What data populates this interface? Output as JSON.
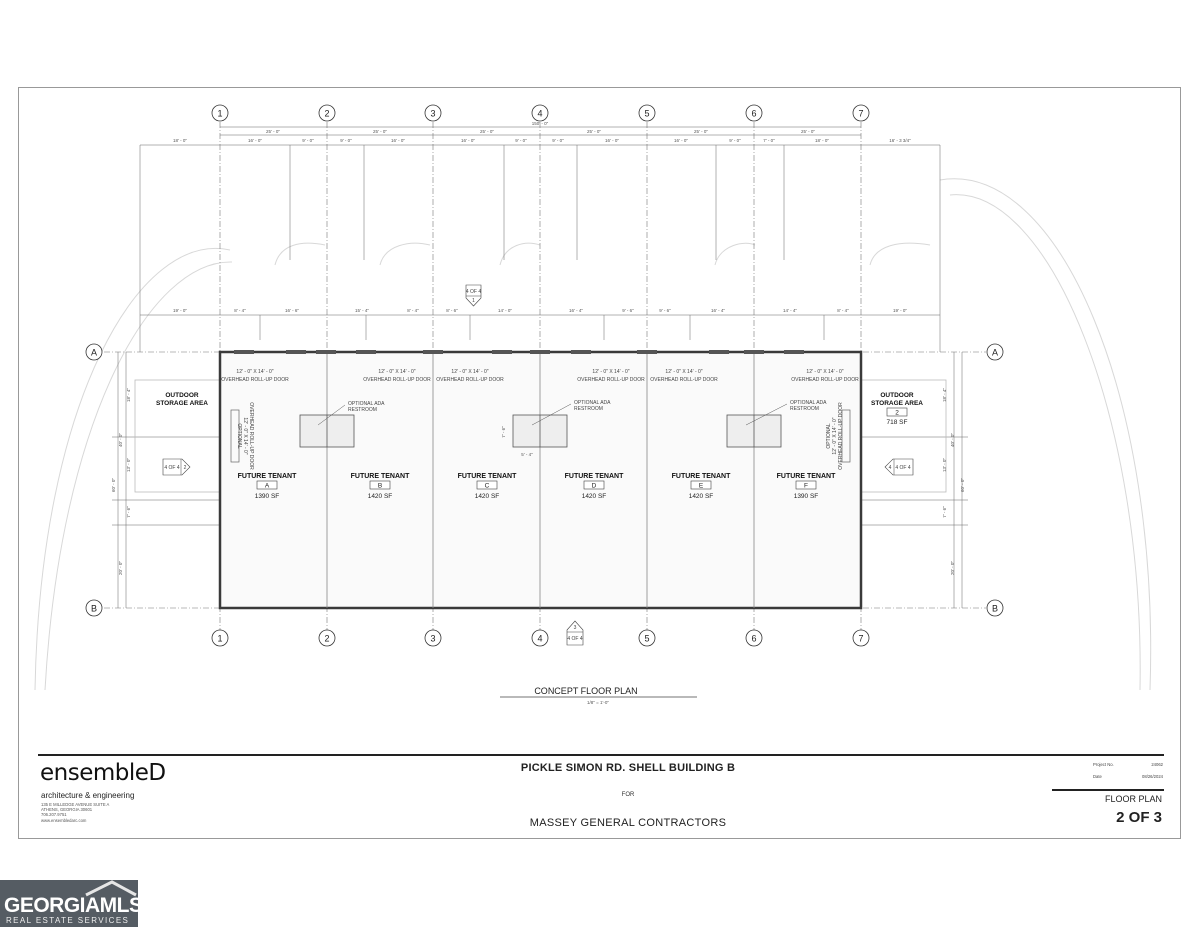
{
  "grid": {
    "columns": [
      "1",
      "2",
      "3",
      "4",
      "5",
      "6",
      "7"
    ],
    "rows": [
      "A",
      "B"
    ]
  },
  "dimensions": {
    "overall": "150' - 0\"",
    "bays": [
      "25' - 0\"",
      "25' - 0\"",
      "25' - 0\"",
      "25' - 0\"",
      "25' - 0\"",
      "25' - 0\""
    ],
    "top_sub": [
      "18' - 0\"",
      "16' - 0\"",
      "9' - 0\"",
      "9' - 0\"",
      "16' - 0\"",
      "16' - 0\"",
      "9' - 0\"",
      "9' - 0\"",
      "16' - 0\"",
      "16' - 0\"",
      "9' - 0\"",
      "7' - 0\"",
      "18' - 0\"",
      "16' - 3 3/4\""
    ],
    "door_row": [
      "19' - 0\"",
      "8' - 4\"",
      "16' - 6\"",
      "15' - 4\"",
      "8' - 4\"",
      "8' - 6\"",
      "14' - 0\"",
      "16' - 4\"",
      "9' - 6\"",
      "9' - 6\"",
      "16' - 4\"",
      "14' - 4\"",
      "8' - 4\"",
      "19' - 0\""
    ],
    "left_vertical": [
      "18' - 4\"",
      "40' - 0\"",
      "13' - 0\"",
      "7' - 6\"",
      "20' - 0\""
    ],
    "total_vertical": "60' - 0\"",
    "restroom_depth": "7' - 6\"",
    "restroom_width": "5' - 4\""
  },
  "doors": {
    "size_label": "12' - 0\" X 14' - 0\"",
    "type_label": "OVERHEAD ROLL-UP DOOR",
    "side_label_1": "OPTIONAL",
    "side_label_2": "12' - 0\" X 14' - 0\"",
    "side_label_3": "OVERHEAD ROLL-UP DOOR"
  },
  "restroom_label_1": "OPTIONAL ADA",
  "restroom_label_2": "RESTROOM",
  "tenant_label": "FUTURE TENANT",
  "tenants": [
    {
      "id": "A",
      "sf": "1390 SF"
    },
    {
      "id": "B",
      "sf": "1420 SF"
    },
    {
      "id": "C",
      "sf": "1420 SF"
    },
    {
      "id": "D",
      "sf": "1420 SF"
    },
    {
      "id": "E",
      "sf": "1420 SF"
    },
    {
      "id": "F",
      "sf": "1390 SF"
    }
  ],
  "storage_left": {
    "line1": "OUTDOOR",
    "line2": "STORAGE AREA"
  },
  "storage_right": {
    "line1": "OUTDOOR",
    "line2": "STORAGE AREA",
    "tag": "2",
    "sf": "718 SF"
  },
  "section_markers": {
    "top": {
      "num": "1",
      "sheet": "4 OF 4"
    },
    "bottom": {
      "num": "3",
      "sheet": "4 OF 4"
    },
    "left": {
      "num": "2",
      "sheet": "4 OF 4"
    },
    "right": {
      "num": "4",
      "sheet": "4 OF 4"
    }
  },
  "plan_title": "CONCEPT FLOOR PLAN",
  "plan_scale": "1/8\" = 1'-0\"",
  "title_block": {
    "logo": "ensembleD",
    "logo_sub": "architecture & engineering",
    "address_1": "135 E MILLEDGE AVENUE SUITE A",
    "address_2": "ATHENS, GEORGIA 30601",
    "phone": "706.207.9751",
    "web": "www.ensembledarc.com",
    "project_title": "PICKLE SIMON RD. SHELL BUILDING B",
    "for": "FOR",
    "client": "MASSEY GENERAL CONTRACTORS",
    "project_no_label": "Project No.",
    "project_no": "24062",
    "date_label": "Date",
    "date": "08/26/2024",
    "sheet_name": "FLOOR PLAN",
    "sheet_number": "2 OF 3"
  },
  "watermark": {
    "name": "GEORGIAMLS",
    "sub": "REAL ESTATE SERVICES"
  },
  "colors": {
    "wall": "#3a3a3a",
    "door": "#555555",
    "line": "#666666",
    "light": "#cccccc",
    "watermark_bg": "#555c63"
  }
}
